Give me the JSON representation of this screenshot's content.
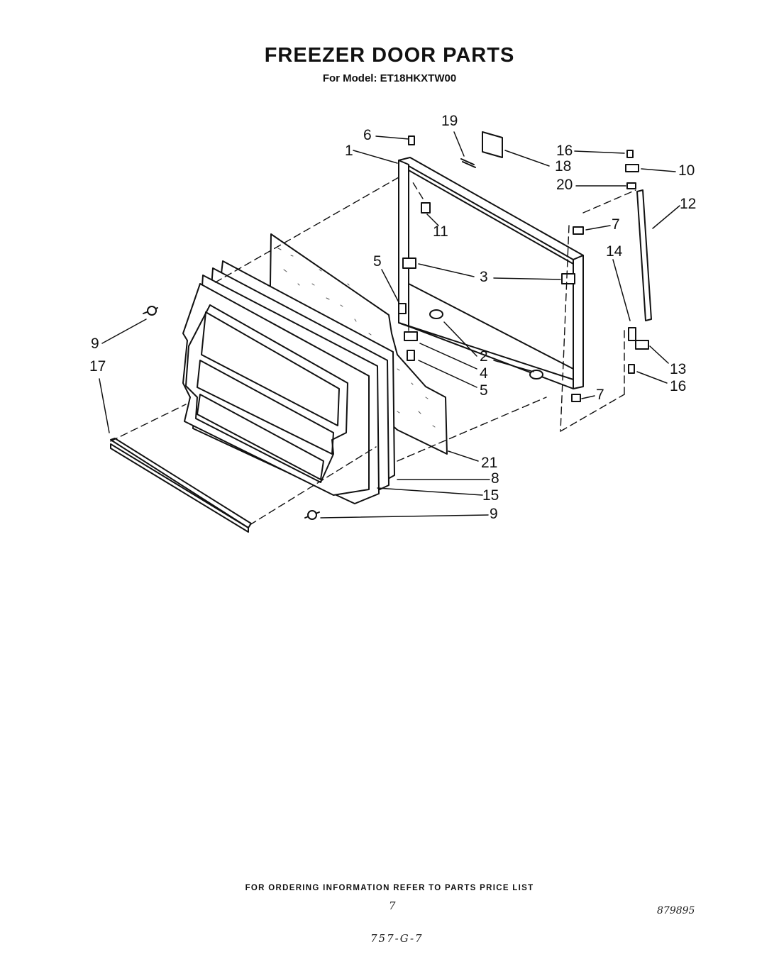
{
  "header": {
    "title": "FREEZER DOOR PARTS",
    "subtitle": "For Model: ET18HKXTW00"
  },
  "callouts": {
    "c6": "6",
    "c1": "1",
    "c19": "19",
    "c18": "18",
    "c16a": "16",
    "c10": "10",
    "c20": "20",
    "c12": "12",
    "c7a": "7",
    "c11": "11",
    "c14": "14",
    "c5a": "5",
    "c3": "3",
    "c9a": "9",
    "c2": "2",
    "c4": "4",
    "c5b": "5",
    "c13": "13",
    "c16b": "16",
    "c17": "17",
    "c7b": "7",
    "c21": "21",
    "c8": "8",
    "c15": "15",
    "c9b": "9"
  },
  "footer": {
    "ordering_note": "FOR ORDERING INFORMATION REFER TO PARTS PRICE LIST",
    "page_number": "7",
    "diagram_code": "879895",
    "handwritten_ref": "757-G-7"
  }
}
